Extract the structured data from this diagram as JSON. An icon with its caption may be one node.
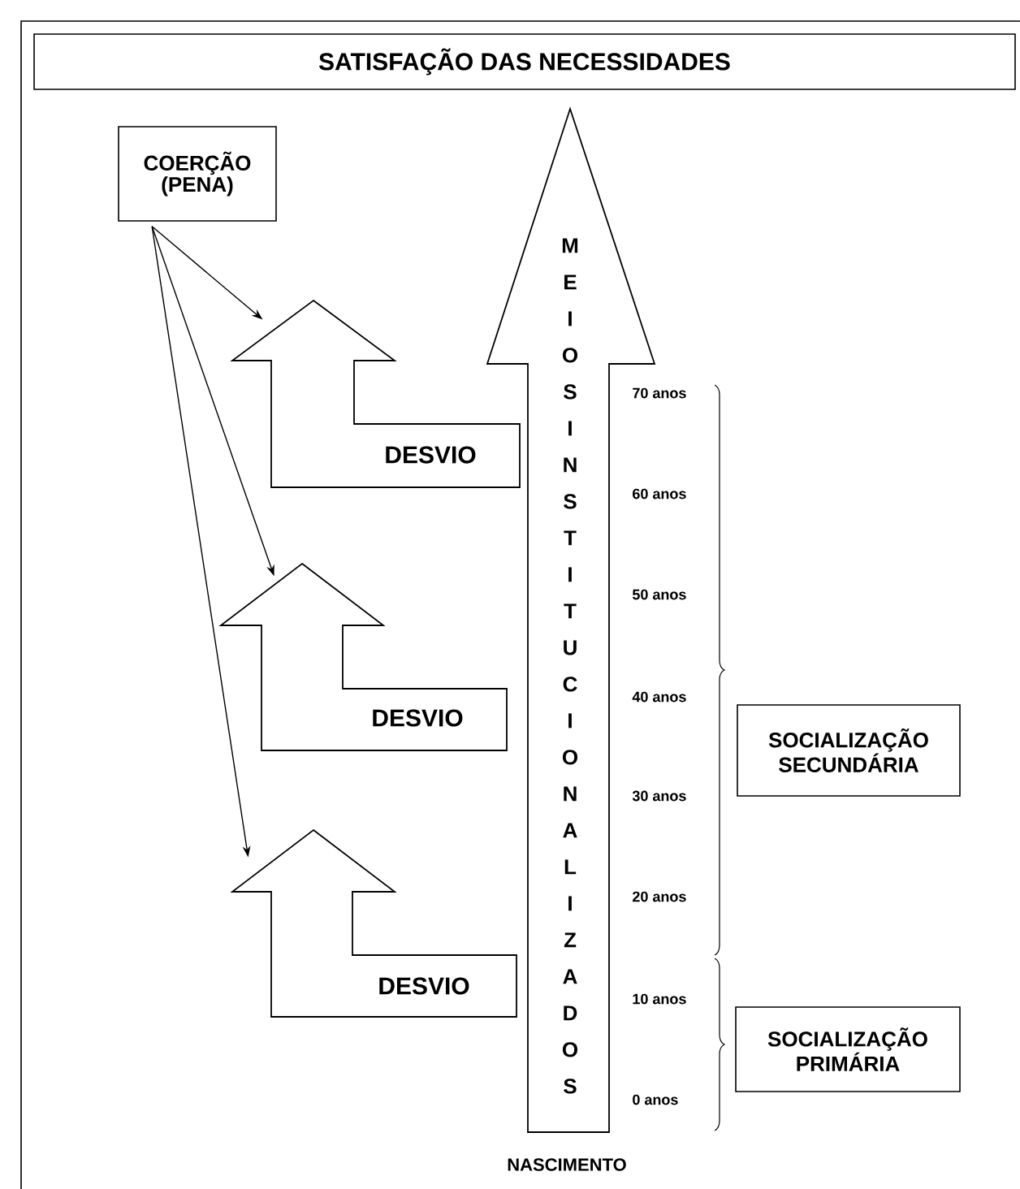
{
  "diagram": {
    "title": "SATISFAÇÃO DAS NECESSIDADES",
    "nodes": [
      {
        "text": [
          "COERÇÃO (PENA)"
        ]
      },
      {
        "text": [
          "DESVIO"
        ]
      },
      {
        "text": [
          "DESVIO"
        ]
      },
      {
        "text": [
          "DESVIO"
        ]
      },
      {
        "text": [
          "MEIOS INSTITUCIONALIZADOS"
        ]
      },
      {
        "text": [
          "SOCIALIZAÇÃO SECUNDÁRIA"
        ]
      },
      {
        "text": [
          "SOCIALIZAÇÃO PRIMÁRIA"
        ]
      }
    ],
    "edges": [
      {
        "from": 0,
        "to": 1,
        "arrow": "to"
      },
      {
        "from": 0,
        "to": 2,
        "arrow": "to"
      },
      {
        "from": 0,
        "to": 3,
        "arrow": "to"
      }
    ],
    "labels": [
      "70 anos",
      "60 anos",
      "50 anos",
      "40 anos",
      "30 anos",
      "20 anos",
      "10 anos",
      "0 anos",
      "NASCIMENTO"
    ]
  }
}
